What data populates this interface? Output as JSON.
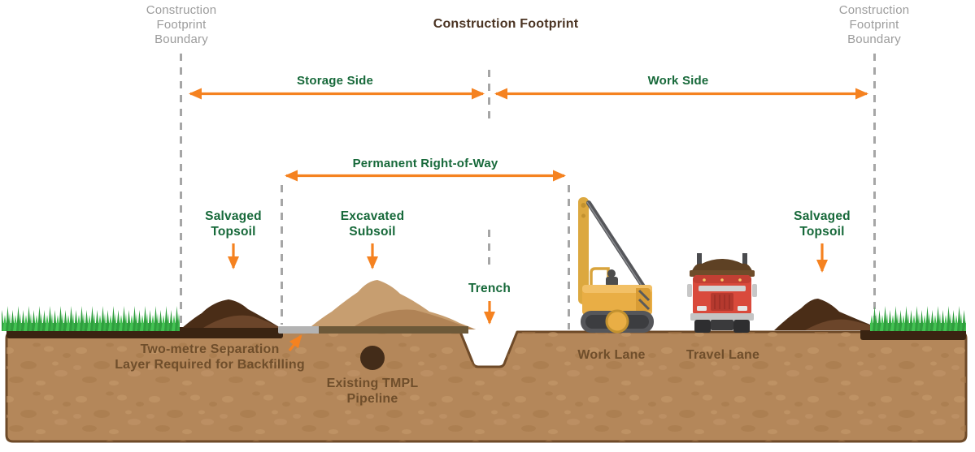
{
  "colors": {
    "arrow_orange": "#F58220",
    "label_green": "#17693A",
    "boundary_gray": "#9C9C9C",
    "title_brown": "#4B3423",
    "soil_label_brown": "#6F4E2B",
    "soil_tan": "#B4875A",
    "topsoil_dark_brown": "#3A2412",
    "subsoil_tan": "#C79E70",
    "grass_green": "#35A945",
    "machine_yellow": "#E9AE45",
    "truck_red": "#D94A3C",
    "separation_layer_gray": "#B3B3B3"
  },
  "top_labels": {
    "boundary_left": "Construction Footprint Boundary",
    "title": "Construction Footprint",
    "boundary_right": "Construction Footprint Boundary"
  },
  "zones": {
    "storage_side": "Storage Side",
    "work_side": "Work Side",
    "permanent_row": "Permanent Right-of-Way"
  },
  "callouts": {
    "salvaged_topsoil_left": "Salvaged Topsoil",
    "excavated_subsoil": "Excavated Subsoil",
    "trench": "Trench",
    "salvaged_topsoil_right": "Salvaged Topsoil"
  },
  "ground_labels": {
    "separation_layer": [
      "Two-metre Separation",
      "Layer Required for Backfilling"
    ],
    "existing_pipeline": [
      "Existing TMPL",
      "Pipeline"
    ],
    "work_lane": "Work Lane",
    "travel_lane": "Travel Lane"
  },
  "icons": {
    "sideboom": "sideboom-pipelayer-icon",
    "truck": "haul-truck-icon",
    "grass": "grass-icon",
    "topsoil_pile": "topsoil-pile-icon",
    "subsoil_pile": "subsoil-pile-icon",
    "pipeline": "pipeline-cross-section-icon"
  }
}
